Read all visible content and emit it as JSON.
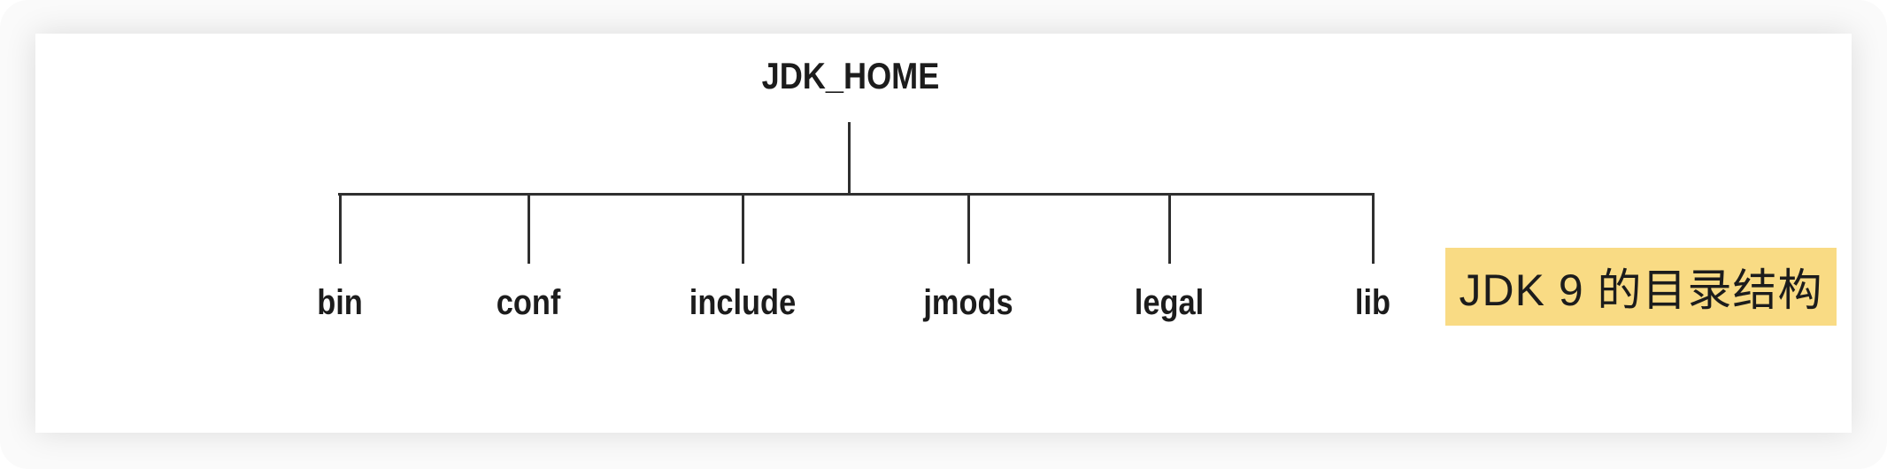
{
  "diagram": {
    "root": "JDK_HOME",
    "children": [
      {
        "label": "bin"
      },
      {
        "label": "conf"
      },
      {
        "label": "include"
      },
      {
        "label": "jmods"
      },
      {
        "label": "legal"
      },
      {
        "label": "lib"
      }
    ],
    "annotation": "JDK 9 的目录结构",
    "colors": {
      "line": "#2f2f2f",
      "text": "#1c1c1c",
      "annotation_bg": "#f9db84",
      "card_bg": "#ffffff",
      "page_bg": "#fafafa"
    }
  }
}
